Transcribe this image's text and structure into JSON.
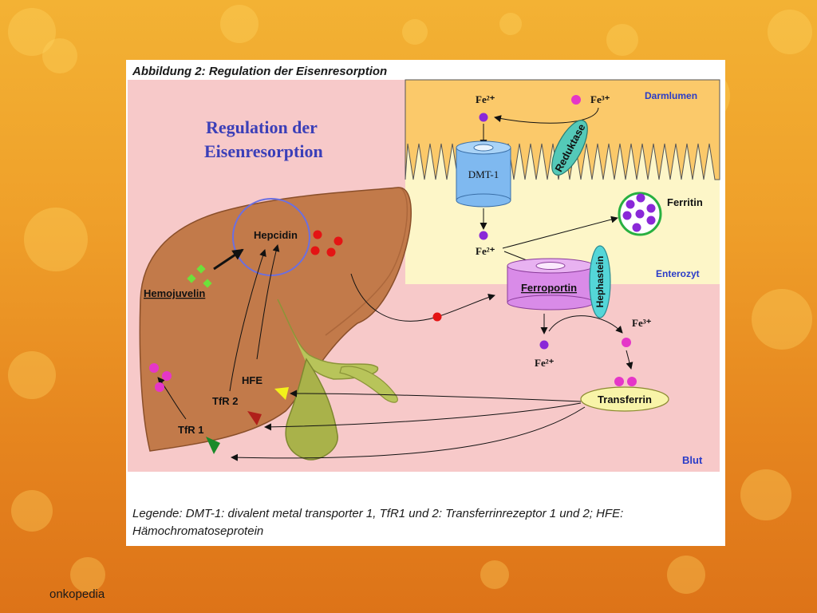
{
  "figure": {
    "title": "Abbildung 2: Regulation der Eisenresorption",
    "heading_line1": "Regulation der",
    "heading_line2": "Eisenresorption",
    "legend": "Legende: DMT-1: divalent metal transporter 1, TfR1 und 2: Transferrinrezeptor 1 und 2; HFE: Hämochromatoseprotein"
  },
  "regions": {
    "darmlumen": "Darmlumen",
    "enterozyt": "Enterozyt",
    "blut": "Blut"
  },
  "labels": {
    "hepcidin": "Hepcidin",
    "hemojuvelin": "Hemojuvelin",
    "hfe": "HFE",
    "tfr2": "TfR 2",
    "tfr1": "TfR 1",
    "dmt1": "DMT-1",
    "reduktase": "Reduktase",
    "ferritin": "Ferritin",
    "ferroportin": "Ferroportin",
    "hephastein": "Hephastein",
    "transferrin": "Transferrin"
  },
  "ions": {
    "fe2_top": "Fe²⁺",
    "fe3_top": "Fe³⁺",
    "fe2_mid": "Fe²⁺",
    "fe3_blood": "Fe³⁺",
    "fe2_blood": "Fe²⁺"
  },
  "colors": {
    "pink_bg": "#f7c9c9",
    "lumen": "#fbc96a",
    "enterocyte": "#fdf6c8",
    "liver": "#c27a4a",
    "fe2_dot": "#8a28d8",
    "fe3_dot": "#e536c8",
    "hepcidin_dot": "#e41414"
  },
  "footer": {
    "brand": "onkopedia"
  }
}
